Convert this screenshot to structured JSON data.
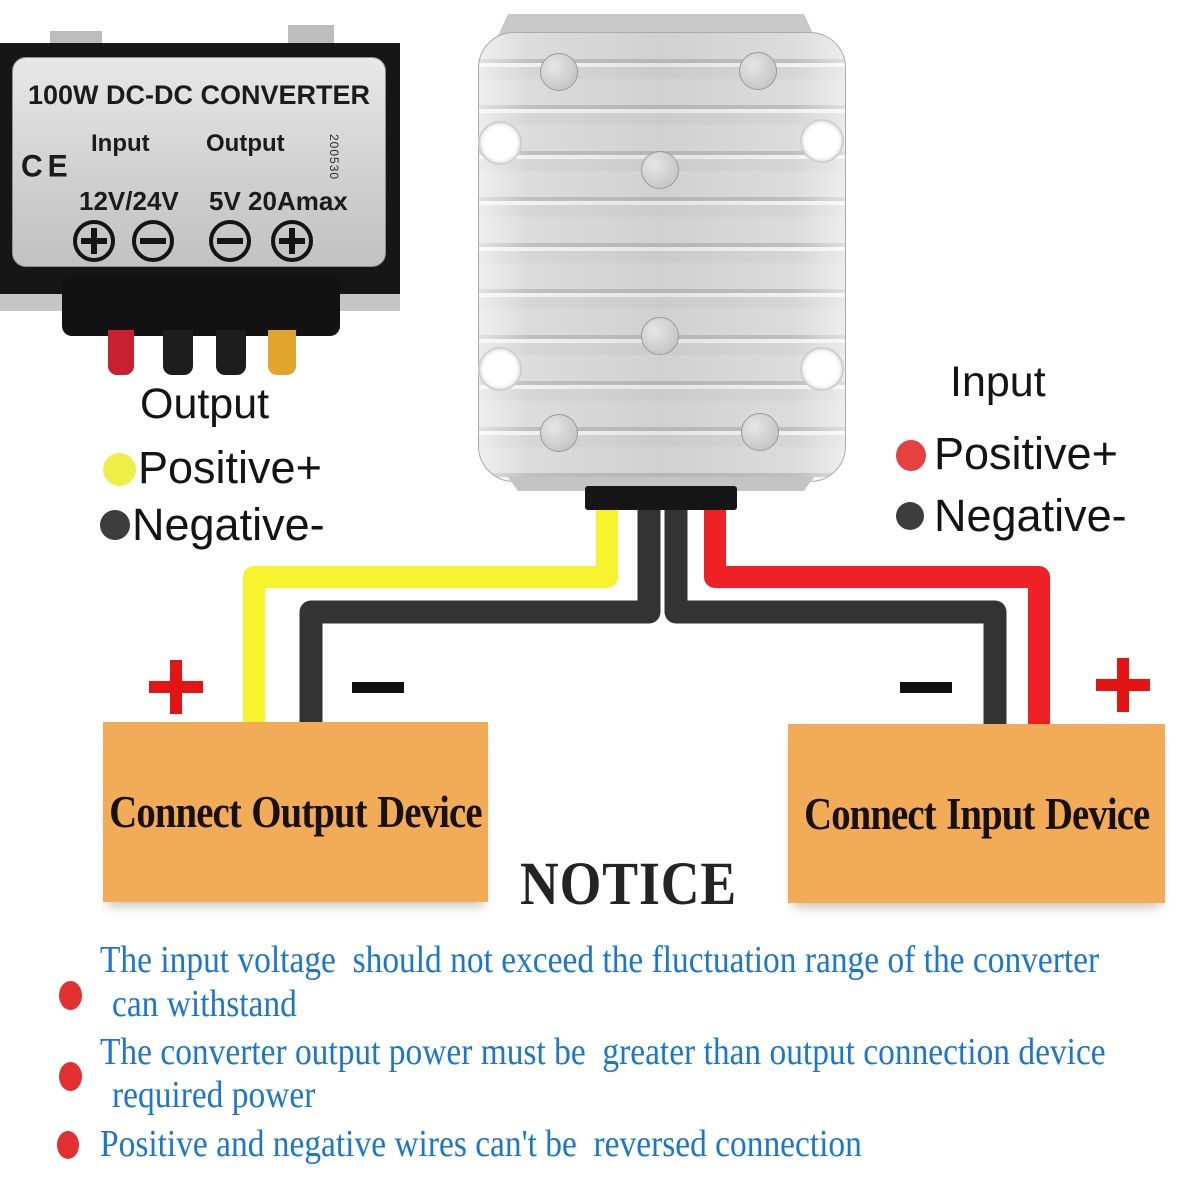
{
  "device_label": {
    "title": "100W DC-DC CONVERTER",
    "ce_mark": "CE",
    "serial": "200530",
    "input_label": "Input",
    "output_label": "Output",
    "input_value": "12V/24V",
    "output_value": "5V 20Amax",
    "screws": [
      "phillips-screw",
      "slot-screw",
      "slot-screw",
      "phillips-screw"
    ]
  },
  "output_legend": {
    "title": "Output",
    "positive_label": "Positive+",
    "negative_label": "Negative-",
    "positive_color": "#edef48",
    "negative_color": "#3d3d3d"
  },
  "input_legend": {
    "title": "Input",
    "positive_label": "Positive+",
    "negative_label": "Negative-",
    "positive_color": "#e74040",
    "negative_color": "#3d3d3d"
  },
  "connections": {
    "output_device_label": "Connect Output Device",
    "input_device_label": "Connect Input Device",
    "plus_sign": "+",
    "minus_sign": "−",
    "box_color": "#f2ac58"
  },
  "wires": {
    "output_positive_color": "#f6f22b",
    "output_negative_color": "#333333",
    "input_negative_color": "#333333",
    "input_positive_color": "#ed2126",
    "stub_colors": [
      "#c8202f",
      "#1d1d1d",
      "#1d1d1d",
      "#e2a52b"
    ]
  },
  "notice": {
    "title": "NOTICE",
    "text_color": "#1a76d2",
    "items": [
      {
        "line1": "The input voltage  should not exceed the fluctuation range of the converter",
        "line2": "can withstand"
      },
      {
        "line1": "The converter output power must be  greater than output connection device",
        "line2": "required power"
      },
      {
        "line1": "Positive and negative wires can't be  reversed connection",
        "line2": ""
      }
    ]
  }
}
